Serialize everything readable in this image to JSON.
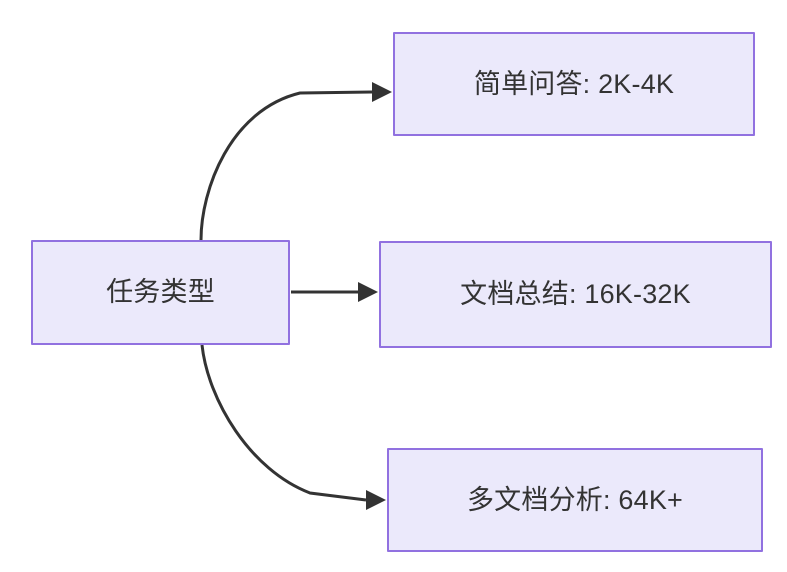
{
  "diagram": {
    "type": "flowchart",
    "direction": "left-to-right",
    "background_color": "#ffffff",
    "node_fill_color": "#ebe9fb",
    "node_border_color": "#9171e0",
    "text_color": "#333333",
    "edge_color": "#333333",
    "source_node": {
      "id": "task-type",
      "label": "任务类型"
    },
    "target_nodes": [
      {
        "id": "simple-qa",
        "label": "简单问答: 2K-4K"
      },
      {
        "id": "doc-summary",
        "label": "文档总结: 16K-32K"
      },
      {
        "id": "multi-doc-analysis",
        "label": "多文档分析: 64K+"
      }
    ],
    "edges": [
      {
        "from": "task-type",
        "to": "simple-qa",
        "style": "curved",
        "arrow": "arrowhead"
      },
      {
        "from": "task-type",
        "to": "doc-summary",
        "style": "straight",
        "arrow": "arrowhead"
      },
      {
        "from": "task-type",
        "to": "multi-doc-analysis",
        "style": "curved",
        "arrow": "arrowhead"
      }
    ]
  }
}
